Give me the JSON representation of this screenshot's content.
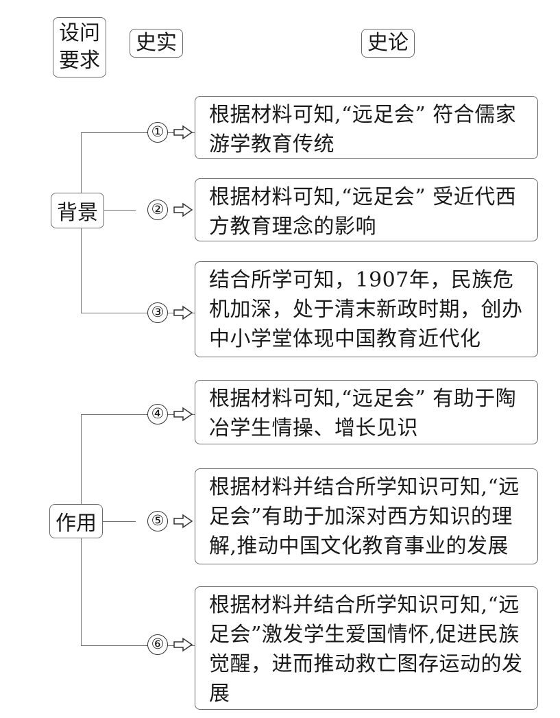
{
  "headers": {
    "question": [
      "设问",
      "要求"
    ],
    "facts": "史实",
    "conclusions": "史论"
  },
  "groups": [
    {
      "label": "背景",
      "items": [
        {
          "num": "①",
          "text": "根据材料可知,“远足会” 符合儒家游学教育传统"
        },
        {
          "num": "②",
          "text": "根据材料可知,“远足会” 受近代西方教育理念的影响"
        },
        {
          "num": "③",
          "text": "结合所学可知，1907年，民族危机加深，处于清末新政时期，创办中小学堂体现中国教育近代化"
        }
      ]
    },
    {
      "label": "作用",
      "items": [
        {
          "num": "④",
          "text": "根据材料可知,“远足会” 有助于陶冶学生情操、增长见识"
        },
        {
          "num": "⑤",
          "text": "根据材料并结合所学知识可知,“远足会”有助于加深对西方知识的理解,推动中国文化教育事业的发展"
        },
        {
          "num": "⑥",
          "text": "根据材料并结合所学知识可知,“远足会”激发学生爱国情怀,促进民族觉醒，进而推动救亡图存运动的发展"
        }
      ]
    }
  ]
}
